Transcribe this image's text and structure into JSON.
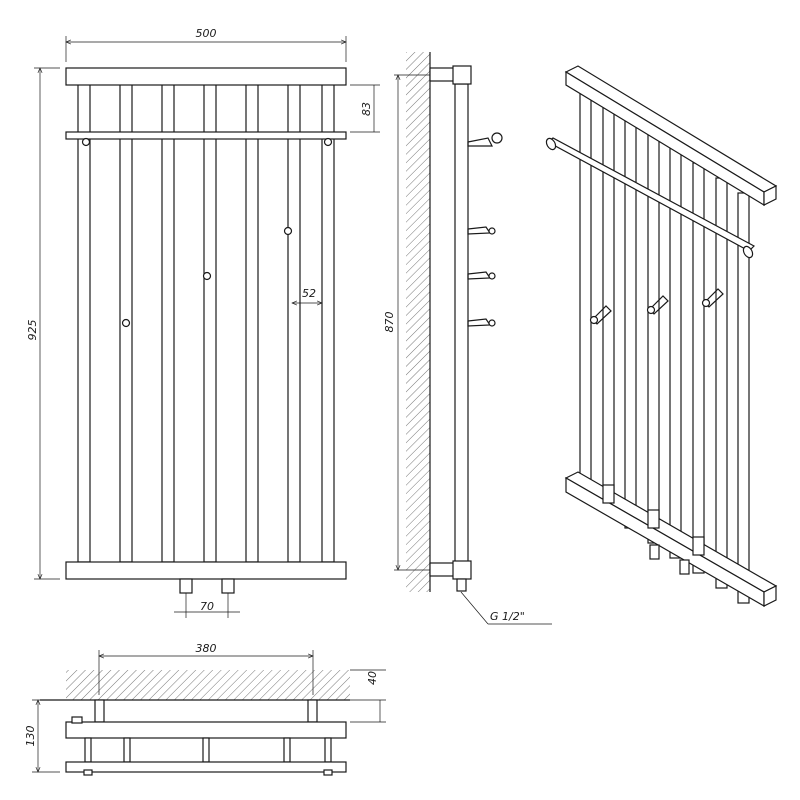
{
  "dimensions": {
    "width": "500",
    "height": "925",
    "rail_offset": "83",
    "bar_spacing": "52",
    "connection_spacing": "70",
    "axis_height": "870",
    "wall_distance": "380",
    "wall_gap": "40",
    "depth": "130"
  },
  "labels": {
    "thread": "G 1/2\""
  },
  "colors": {
    "line": "#1a1a1a",
    "background": "#ffffff"
  }
}
